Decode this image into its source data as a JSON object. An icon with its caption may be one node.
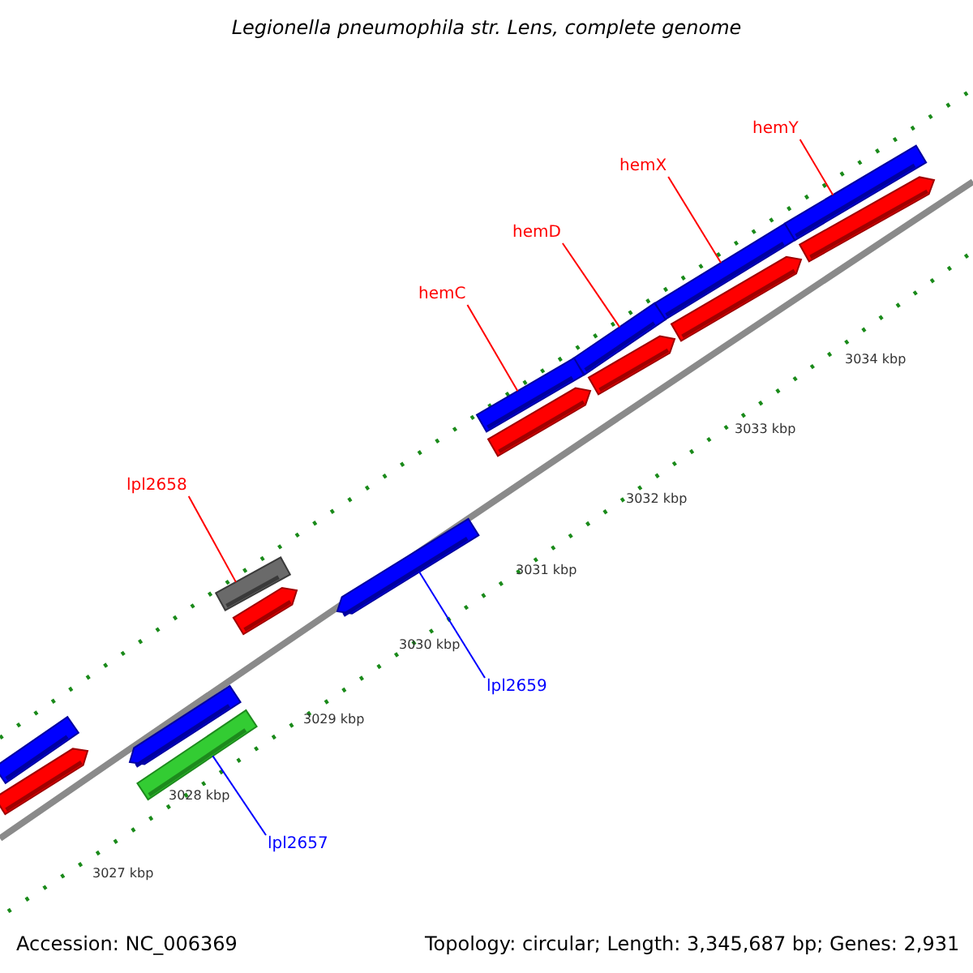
{
  "diagram": {
    "title": "Legionella pneumophila str. Lens, complete genome",
    "nodes": [
      {
        "text": [
          "hemY"
        ]
      },
      {
        "text": [
          "hemX"
        ]
      },
      {
        "text": [
          "hemD"
        ]
      },
      {
        "text": [
          "hemC"
        ]
      },
      {
        "text": [
          "lpl2658"
        ]
      },
      {
        "text": [
          "lpl2659"
        ]
      },
      {
        "text": [
          "lpl2657"
        ]
      },
      {
        "text": [],
        "shape": "bar"
      },
      {
        "text": [],
        "shape": "bar"
      },
      {
        "text": [],
        "shape": "bar"
      },
      {
        "text": [],
        "shape": "bar"
      },
      {
        "text": [],
        "shape": "bar"
      },
      {
        "text": [],
        "shape": "bar"
      },
      {
        "text": [],
        "shape": "bar"
      },
      {
        "text": [],
        "shape": "bar"
      },
      {
        "text": [],
        "shape": "bar"
      }
    ],
    "edges": [
      {
        "from": 0,
        "to": 7,
        "arrow": "none"
      },
      {
        "from": 1,
        "to": 8,
        "arrow": "none"
      },
      {
        "from": 2,
        "to": 9,
        "arrow": "none"
      },
      {
        "from": 3,
        "to": 10,
        "arrow": "none"
      },
      {
        "from": 4,
        "to": 11,
        "arrow": "none"
      },
      {
        "from": 5,
        "to": 12,
        "arrow": "none",
        "color": "#0000ff"
      },
      {
        "from": 6,
        "to": 13,
        "arrow": "none",
        "color": "#0000ff"
      }
    ],
    "labels": [
      "3034 kbp",
      "3033 kbp",
      "3032 kbp",
      "3031 kbp",
      "3030 kbp",
      "3029 kbp",
      "3028 kbp",
      "3027 kbp",
      "Accession: NC_006369",
      "Topology: circular; Length: 3,345,687 bp; Genes: 2,931"
    ]
  }
}
